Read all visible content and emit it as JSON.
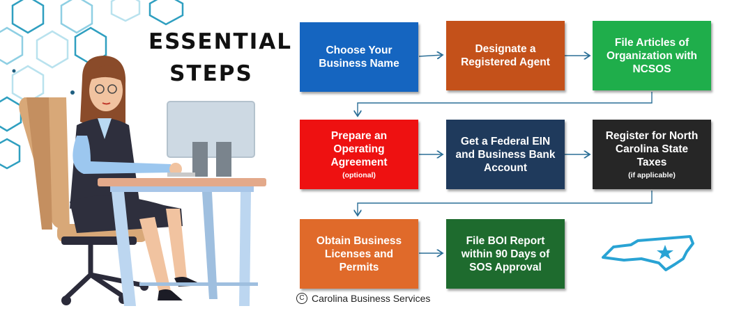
{
  "title": {
    "line1": "ESSENTIAL",
    "line2": "STEPS"
  },
  "steps": [
    {
      "label": "Choose Your Business Name",
      "note": "",
      "color": "#1565c0"
    },
    {
      "label": "Designate a Registered Agent",
      "note": "",
      "color": "#c4511a"
    },
    {
      "label": "File Articles of Organization with NCSOS",
      "note": "",
      "color": "#1fae4b"
    },
    {
      "label": "Prepare an Operating Agreement",
      "note": "(optional)",
      "color": "#ee1111"
    },
    {
      "label": "Get a Federal EIN and Business Bank Account",
      "note": "",
      "color": "#1f3a5c"
    },
    {
      "label": "Register for North Carolina State Taxes",
      "note": "(if applicable)",
      "color": "#262626"
    },
    {
      "label": "Obtain Business Licenses and Permits",
      "note": "",
      "color": "#e06a2a"
    },
    {
      "label": "File BOI Report within 90 Days of SOS Approval",
      "note": "",
      "color": "#1e6b2e"
    }
  ],
  "credit": {
    "symbol": "C",
    "text": "Carolina Business Services"
  },
  "colors": {
    "connector": "#2a6e96",
    "hexagon": "#2f9fc0",
    "map": "#29a3d4"
  }
}
